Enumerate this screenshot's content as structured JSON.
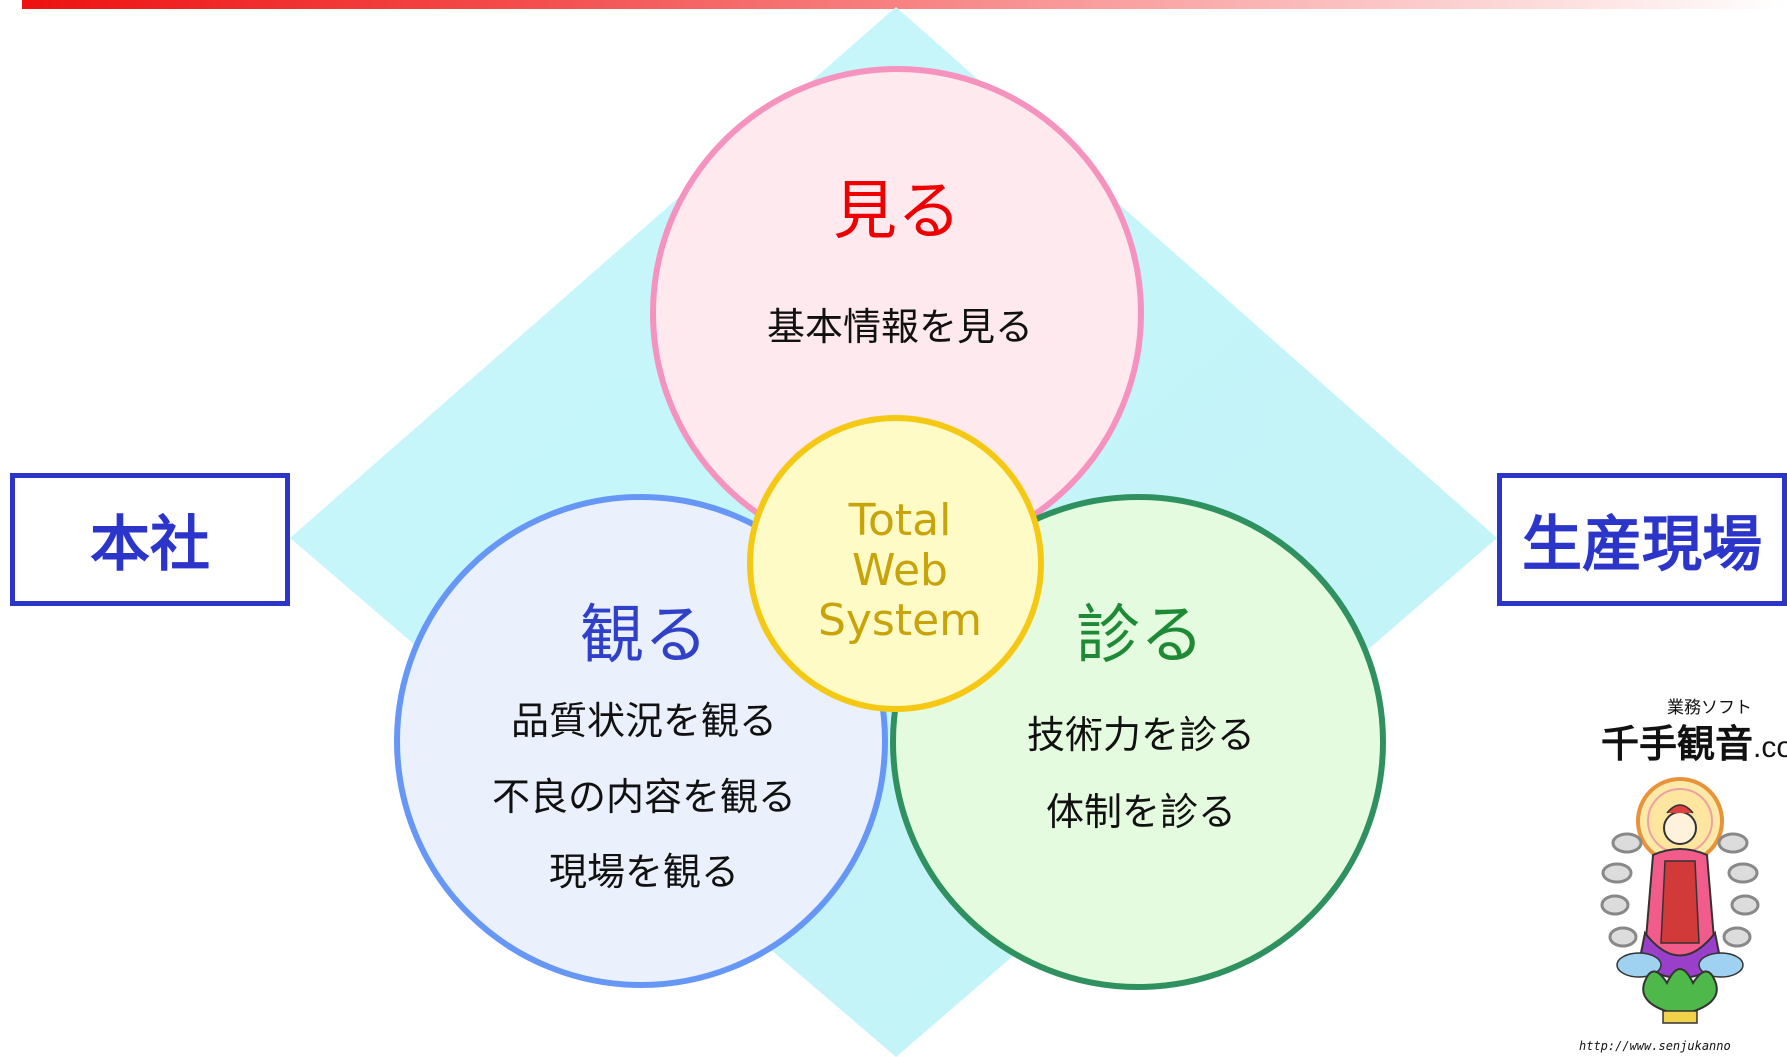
{
  "colors": {
    "top_bar": "#ee1111",
    "diamond": "#cdfbfb",
    "miru": "#ee0000",
    "kanru": "#3040c8",
    "shinru": "#1e8a36",
    "core_text": "#c9a30a",
    "boxes": "#2b35c9"
  },
  "circles": {
    "miru": {
      "heading": "見る",
      "items": [
        "基本情報を見る"
      ]
    },
    "kanru": {
      "heading": "観る",
      "items": [
        "品質状況を観る",
        "不良の内容を観る",
        "現場を観る"
      ]
    },
    "shinru": {
      "heading": "診る",
      "items": [
        "技術力を診る",
        "体制を診る"
      ]
    },
    "core": {
      "lines": [
        "Total",
        "Web",
        "System"
      ]
    }
  },
  "boxes": {
    "left": "本社",
    "right": "生産現場"
  },
  "logo": {
    "tagline": "業務ソフト",
    "name": "千手観音",
    "suffix": ".co",
    "url": "http://www.senjukanno"
  }
}
